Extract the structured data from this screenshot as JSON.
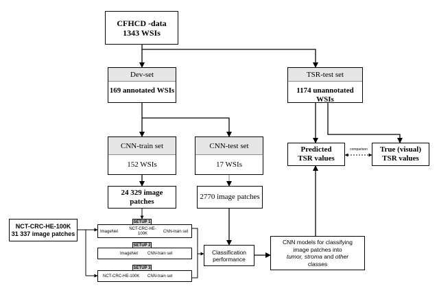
{
  "nodes": {
    "cfhcd": {
      "line1": "CFHCD -data",
      "line2": "1343 WSIs"
    },
    "dev": {
      "title": "Dev-set",
      "value": "169 annotated WSIs"
    },
    "tsr_test": {
      "title": "TSR-test set",
      "value": "1174 unannotated WSIs"
    },
    "cnn_train": {
      "title": "CNN-train set",
      "value": "152 WSIs"
    },
    "cnn_test": {
      "title": "CNN-test set",
      "value": "17 WSIs"
    },
    "train_patches": {
      "value": "24 329 image patches"
    },
    "test_patches": {
      "value": "2770 image patches"
    },
    "predicted": {
      "line1": "Predicted",
      "line2": "TSR values"
    },
    "true_visual": {
      "line1": "True (visual)",
      "line2": "TSR values"
    },
    "comparison": "comparison",
    "nct": {
      "line1": "NCT-CRC-HE-100K",
      "line2": "31 337 image patches"
    },
    "classification": {
      "line1": "Classification",
      "line2": "performance"
    },
    "cnn_models": {
      "line1": "CNN models for classifying",
      "line2": "image patches into",
      "tumor": "tumor,",
      "stroma": "stroma",
      "and1": "and",
      "other": "other",
      "line4": "classes"
    }
  },
  "setups": {
    "s1": {
      "label": "SETUP 1",
      "a": "ImageNet",
      "b1": "NCT-CRC-HE-",
      "b2": "100K",
      "c": "CNN-train set"
    },
    "s2": {
      "label": "SETUP 2",
      "a": "ImageNet",
      "c": "CNN-train set"
    },
    "s3": {
      "label": "SETUP 3",
      "a": "NCT-CRC-HE-100K",
      "c": "CNN-train set"
    }
  }
}
